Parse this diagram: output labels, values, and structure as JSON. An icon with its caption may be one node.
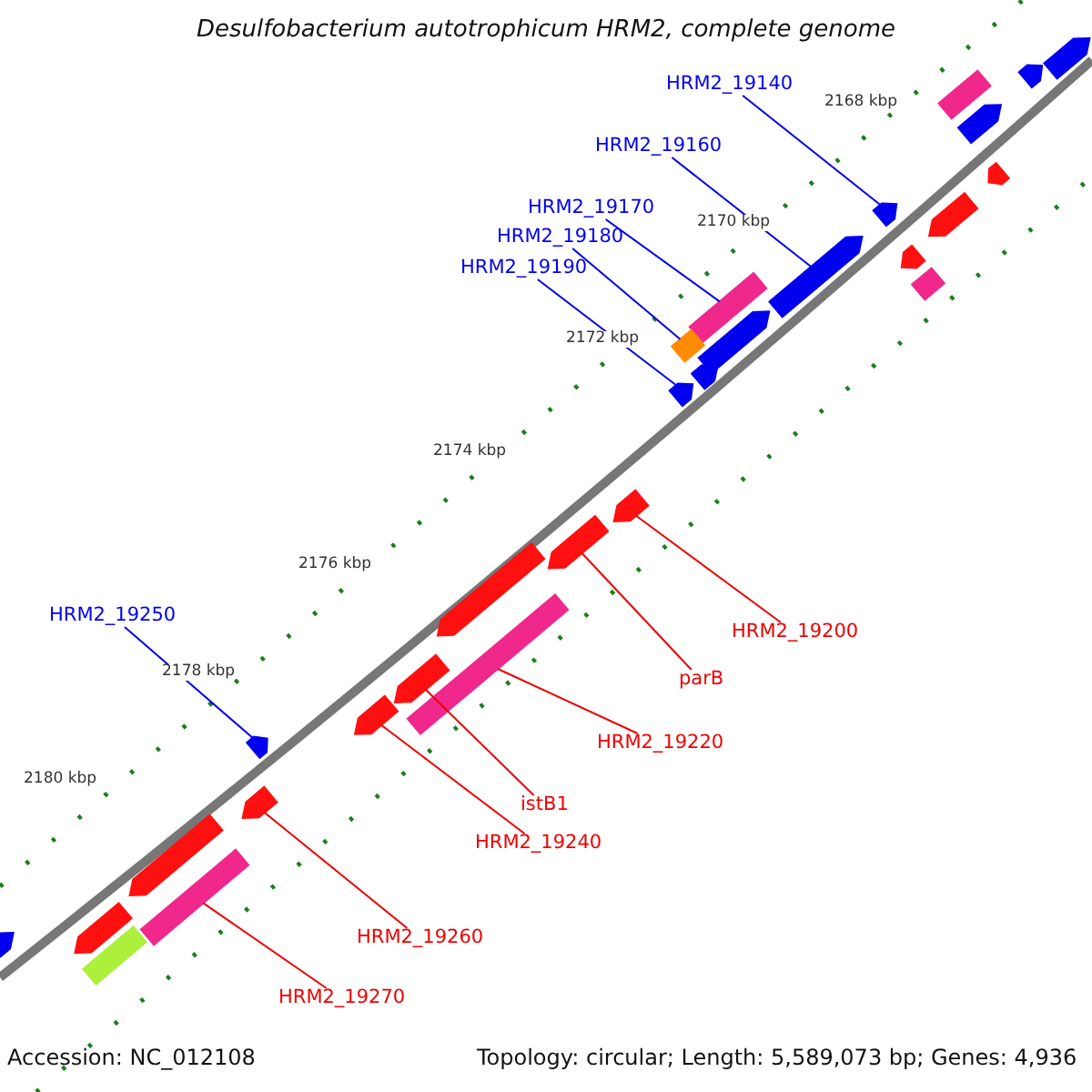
{
  "diagram": {
    "title": "Desulfobacterium autotrophicum HRM2, complete genome",
    "nodes": [
      {
        "text": [
          "HRM2_19140"
        ]
      },
      {
        "text": [
          "HRM2_19160"
        ]
      },
      {
        "text": [
          "HRM2_19170"
        ]
      },
      {
        "text": [
          "HRM2_19180"
        ]
      },
      {
        "text": [
          "HRM2_19190"
        ]
      },
      {
        "text": [
          "HRM2_19250"
        ]
      },
      {
        "text": [
          "HRM2_19200"
        ]
      },
      {
        "text": [
          "parB"
        ]
      },
      {
        "text": [
          "HRM2_19220"
        ]
      },
      {
        "text": [
          "istB1"
        ]
      },
      {
        "text": [
          "HRM2_19240"
        ]
      },
      {
        "text": [
          "HRM2_19260"
        ]
      },
      {
        "text": [
          "HRM2_19270"
        ]
      },
      {
        "text": [],
        "shape": "arrow"
      },
      {
        "text": [],
        "shape": "arrow"
      },
      {
        "text": [],
        "shape": "bar"
      },
      {
        "text": [],
        "shape": "bar"
      },
      {
        "text": [],
        "shape": "arrow"
      },
      {
        "text": [],
        "shape": "arrow"
      },
      {
        "text": [],
        "shape": "arrow"
      },
      {
        "text": [],
        "shape": "arrow"
      },
      {
        "text": [],
        "shape": "bar"
      },
      {
        "text": [],
        "shape": "arrow"
      },
      {
        "text": [],
        "shape": "arrow"
      },
      {
        "text": [],
        "shape": "arrow"
      },
      {
        "text": [],
        "shape": "bar"
      },
      {
        "text": [],
        "shape": "arrow"
      },
      {
        "text": [],
        "shape": "arrow"
      },
      {
        "text": [],
        "shape": "arrow"
      },
      {
        "text": [],
        "shape": "bar"
      },
      {
        "text": [],
        "shape": "arrow"
      },
      {
        "text": [],
        "shape": "arrow"
      },
      {
        "text": [],
        "shape": "arrow"
      },
      {
        "text": [],
        "shape": "arrow"
      },
      {
        "text": [],
        "shape": "arrow"
      },
      {
        "text": [],
        "shape": "arrow"
      },
      {
        "text": [],
        "shape": "bar"
      },
      {
        "text": [],
        "shape": "arrow"
      },
      {
        "text": [],
        "shape": "arrow"
      },
      {
        "text": [],
        "shape": "arrow"
      },
      {
        "text": [],
        "shape": "bar"
      }
    ],
    "edges": [
      {
        "from": 0,
        "to": 13,
        "arrow": "none",
        "color": "#0000ee"
      },
      {
        "from": 1,
        "to": 14,
        "arrow": "none",
        "color": "#0000ee"
      },
      {
        "from": 2,
        "to": 15,
        "arrow": "none",
        "color": "#0000ee"
      },
      {
        "from": 3,
        "to": 16,
        "arrow": "none",
        "color": "#0000ee"
      },
      {
        "from": 4,
        "to": 17,
        "arrow": "none",
        "color": "#0000ee"
      },
      {
        "from": 5,
        "to": 18,
        "arrow": "none",
        "color": "#0000ee"
      },
      {
        "from": 6,
        "to": 19,
        "arrow": "none"
      },
      {
        "from": 7,
        "to": 20,
        "arrow": "none"
      },
      {
        "from": 8,
        "to": 21,
        "arrow": "none"
      },
      {
        "from": 9,
        "to": 22,
        "arrow": "none"
      },
      {
        "from": 10,
        "to": 23,
        "arrow": "none"
      },
      {
        "from": 11,
        "to": 24,
        "arrow": "none"
      },
      {
        "from": 12,
        "to": 25,
        "arrow": "none"
      }
    ],
    "labels": [
      "2168 kbp",
      "2170 kbp",
      "2172 kbp",
      "2174 kbp",
      "2176 kbp",
      "2178 kbp",
      "2180 kbp",
      "Accession: NC_012108",
      "Topology: circular; Length: 5,589,073 bp; Genes: 4,936"
    ]
  }
}
